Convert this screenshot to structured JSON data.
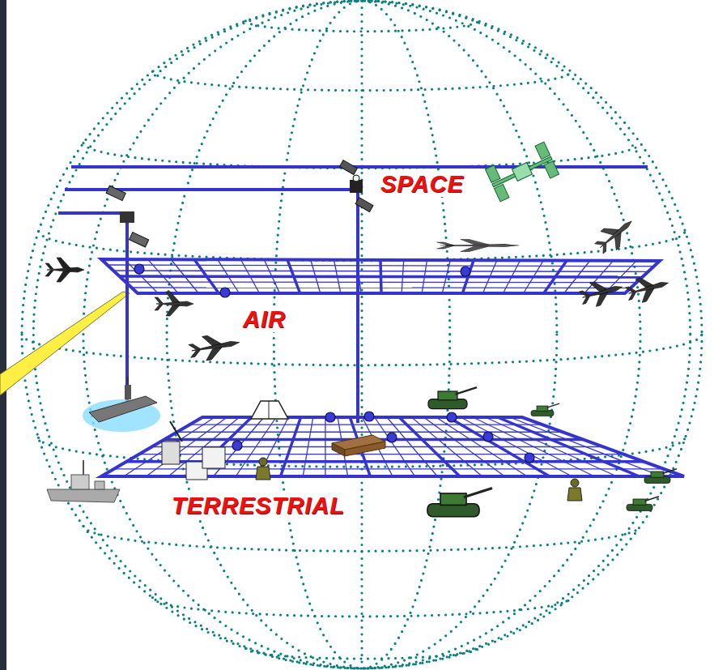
{
  "diagram": {
    "labels": [
      "SPACE",
      "AIR",
      "TERRESTRIAL"
    ]
  }
}
